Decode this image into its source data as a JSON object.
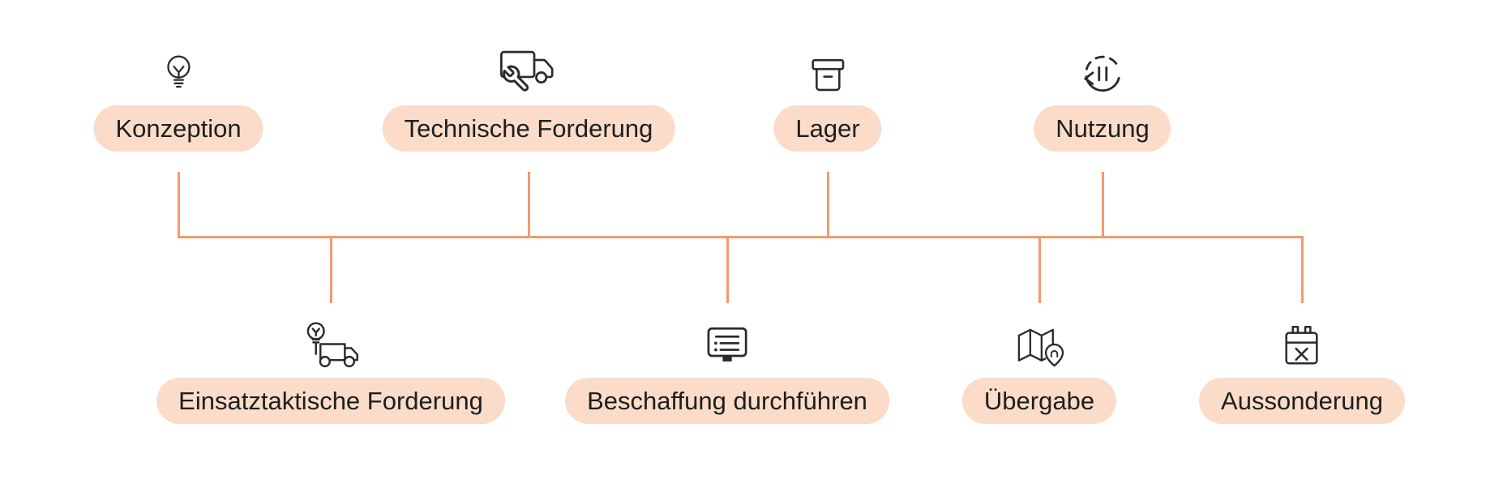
{
  "theme": {
    "accent": "#F39A6E",
    "pill-bg": "#FADCC9",
    "ink": "#1E1E1E",
    "icon-ink": "#2B2B2B",
    "bg": "#FFFFFF"
  },
  "diagram": {
    "type": "process-timeline",
    "top_items": [
      {
        "label": "Konzeption",
        "icon": "lightbulb-icon"
      },
      {
        "label": "Technische Forderung",
        "icon": "truck-wrench-icon"
      },
      {
        "label": "Lager",
        "icon": "storage-box-icon"
      },
      {
        "label": "Nutzung",
        "icon": "pause-cycle-icon"
      }
    ],
    "bottom_items": [
      {
        "label": "Einsatztaktische Forderung",
        "icon": "truck-lightbulb-icon"
      },
      {
        "label": "Beschaffung durchführen",
        "icon": "monitor-checklist-icon"
      },
      {
        "label": "Übergabe",
        "icon": "map-pin-icon"
      },
      {
        "label": "Aussonderung",
        "icon": "calendar-x-icon"
      }
    ]
  }
}
